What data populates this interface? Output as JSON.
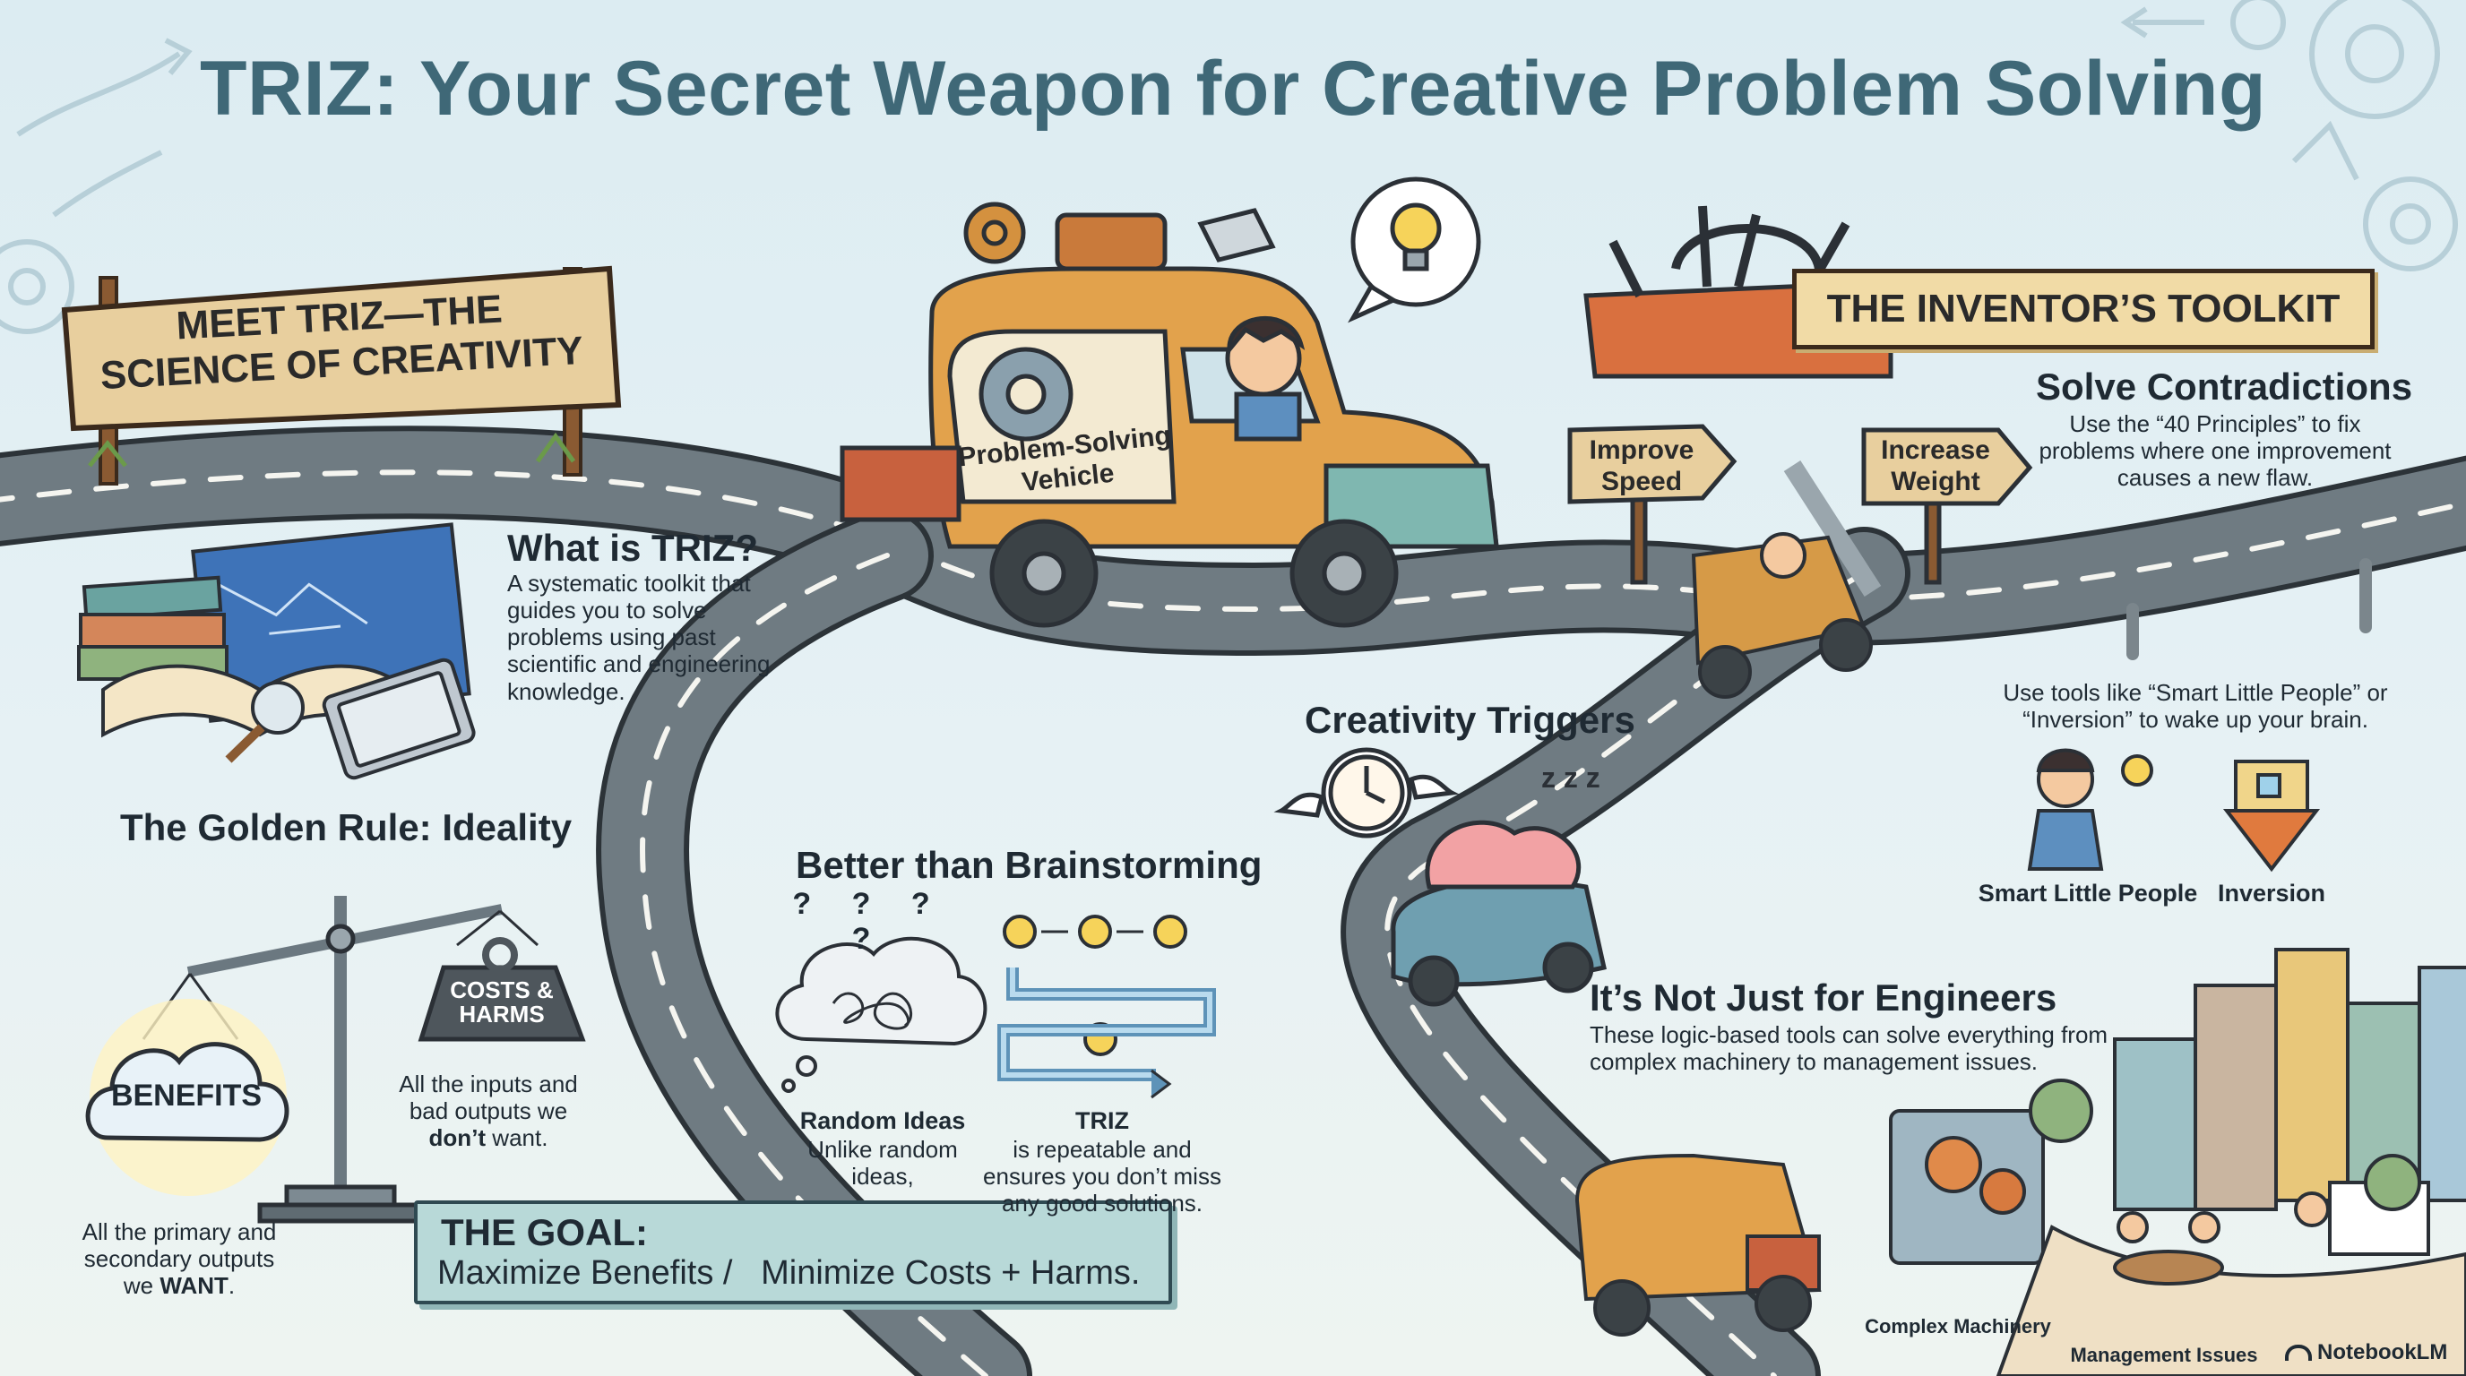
{
  "title": "TRIZ: Your Secret Weapon for Creative Problem Solving",
  "signs": {
    "meet_triz": "MEET TRIZ—THE SCIENCE OF CREATIVITY",
    "toolkit": "THE INVENTOR’S TOOLKIT",
    "improve_speed": "Improve Speed",
    "increase_weight": "Increase Weight",
    "vehicle_label": "Problem-Solving Vehicle"
  },
  "what_is": {
    "heading": "What is TRIZ?",
    "text": "A systematic toolkit that guides you to solve problems using past scientific and engineering knowledge."
  },
  "ideality": {
    "heading": "The Golden Rule: Ideality",
    "benefits_label": "BENEFITS",
    "costs_label": "COSTS & HARMS",
    "costs_text_pre": "All the inputs and bad outputs we ",
    "costs_text_em": "don’t",
    "costs_text_post": " want.",
    "benefits_text_pre": "All the primary and secondary outputs we ",
    "benefits_text_em": "WANT",
    "benefits_text_post": "."
  },
  "goal": {
    "title": "THE GOAL:",
    "text": "Maximize Benefits /   Minimize Costs + Harms."
  },
  "brainstorm": {
    "heading": "Better than Brainstorming",
    "random_title": "Random Ideas",
    "random_text": "Unlike random ideas,",
    "triz_title": "TRIZ",
    "triz_text": "is repeatable and ensures you don’t miss any good solutions."
  },
  "contradictions": {
    "heading": "Solve Contradictions",
    "text": "Use the “40 Principles” to fix problems where one improvement causes a new flaw."
  },
  "triggers": {
    "heading": "Creativity Triggers",
    "text": "Use tools like “Smart Little People” or “Inversion” to wake up your brain.",
    "smart_label": "Smart Little People",
    "inversion_label": "Inversion",
    "zzz": "z z z"
  },
  "engineers": {
    "heading": "It’s Not Just for Engineers",
    "text": "These logic-based tools can solve everything from complex machinery to management issues.",
    "machinery_label": "Complex Machinery",
    "management_label": "Management Issues"
  },
  "brand": "NotebookLM",
  "colors": {
    "title": "#3f6877",
    "road": "#5f6b72",
    "road_edge": "#2c3338",
    "sign_wood": "#e8cf9e",
    "van_body": "#e0a04a",
    "goal_box": "#b8d9d8"
  }
}
